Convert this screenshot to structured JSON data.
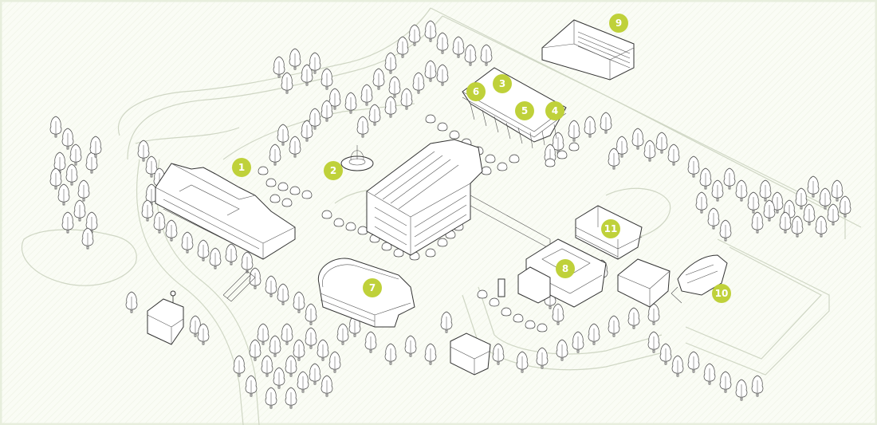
{
  "colors": {
    "background": "#fafcf5",
    "frame": "#e7eedd",
    "marker": "#bfd13a",
    "marker_text": "#ffffff",
    "paths": "#cfd6c4",
    "lines": "#333333"
  },
  "markers": [
    {
      "label": "1"
    },
    {
      "label": "2"
    },
    {
      "label": "3"
    },
    {
      "label": "4"
    },
    {
      "label": "5"
    },
    {
      "label": "6"
    },
    {
      "label": "7"
    },
    {
      "label": "8"
    },
    {
      "label": "9"
    },
    {
      "label": "10"
    },
    {
      "label": "11"
    }
  ]
}
